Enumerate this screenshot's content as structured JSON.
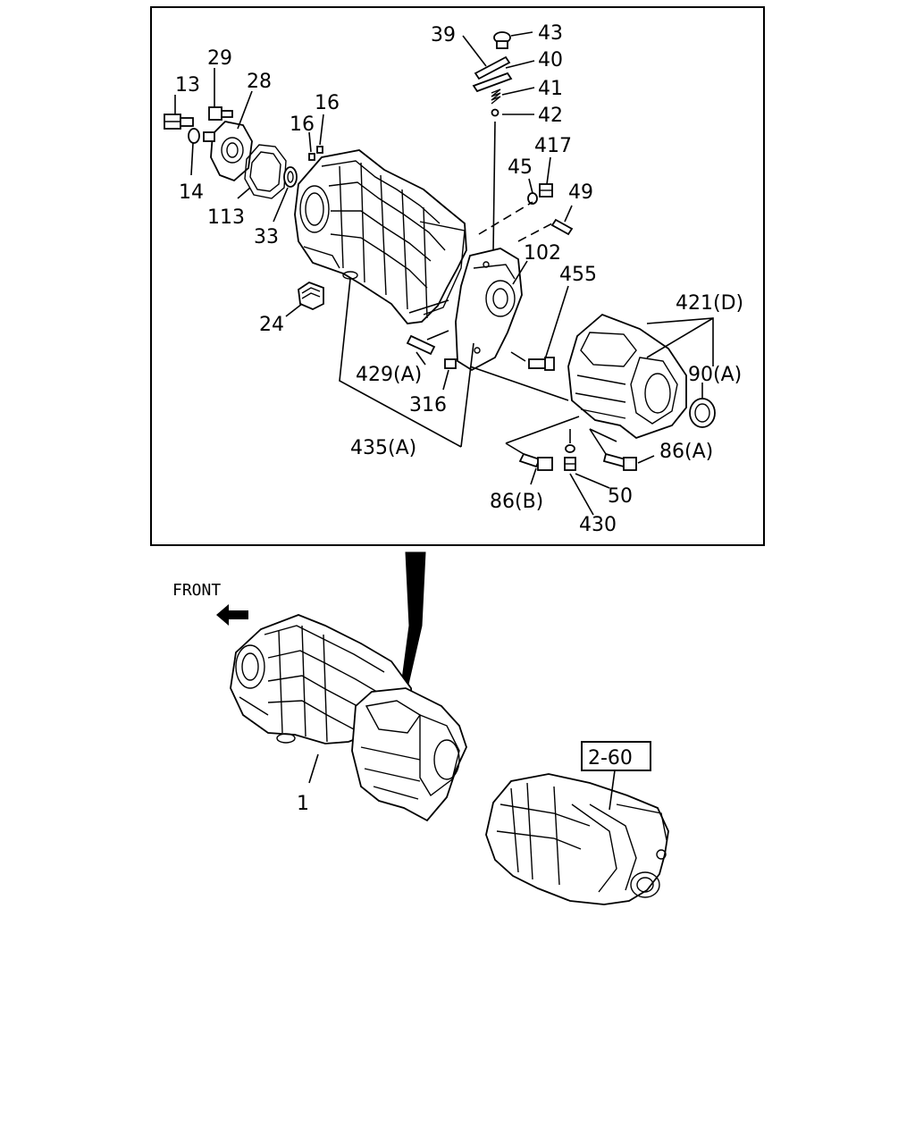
{
  "labels": {
    "l13": "13",
    "l29": "29",
    "l28": "28",
    "l16a": "16",
    "l16b": "16",
    "l14": "14",
    "l113": "113",
    "l33": "33",
    "l24": "24",
    "l39": "39",
    "l43": "43",
    "l40": "40",
    "l41": "41",
    "l42": "42",
    "l45": "45",
    "l417": "417",
    "l49": "49",
    "l102": "102",
    "l455": "455",
    "l421": "421(D)",
    "l90": "90(A)",
    "l429": "429(A)",
    "l316": "316",
    "l435": "435(A)",
    "l86a": "86(A)",
    "l86b": "86(B)",
    "l50": "50",
    "l430": "430",
    "l1": "1",
    "l260": "2-60"
  },
  "front_label": "FRONT",
  "icons": {
    "arrow": "front-arrow-icon"
  }
}
